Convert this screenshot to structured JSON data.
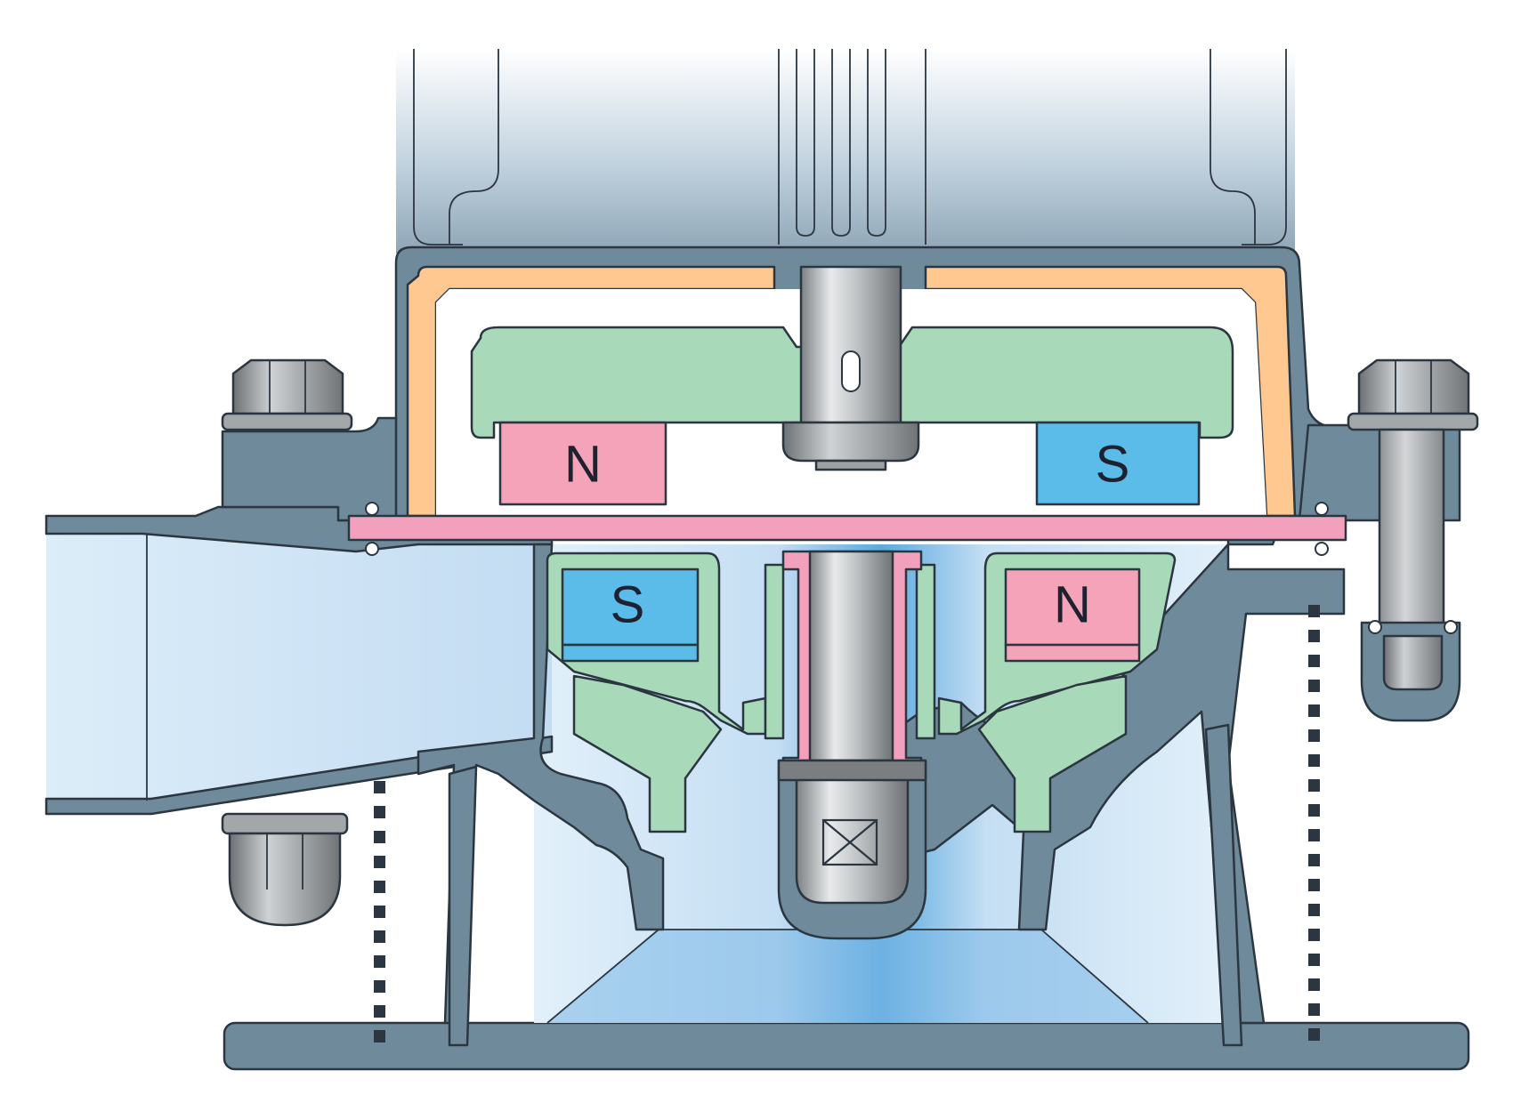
{
  "magnets": {
    "upper_left": "N",
    "upper_right": "S",
    "lower_left": "S",
    "lower_right": "N"
  },
  "colors": {
    "housing": "#6f8b9b",
    "housing_light": "#dcecf7",
    "fluid_center": "#5aa9df",
    "containment_can": "#f3a0bd",
    "rotor": "#a8d9b8",
    "north_pole": "#f4a3b9",
    "south_pole": "#5bbce9",
    "liner": "#ffc890",
    "shaft": "#b9bcbe",
    "bolt": "#b3b6b9"
  }
}
